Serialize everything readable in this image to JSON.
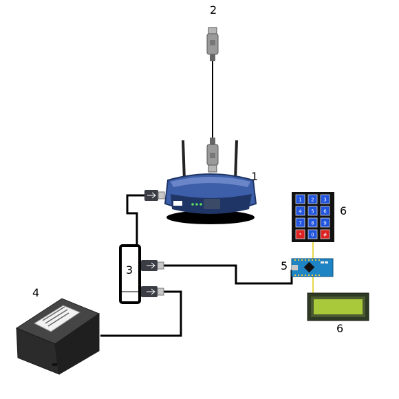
{
  "labels": {
    "router": "1",
    "ethernet_plug": "2",
    "usb_hub": "3",
    "printer": "4",
    "microcontroller": "5",
    "keypad": "6",
    "lcd": "6"
  },
  "keypad": {
    "keys": [
      "1",
      "2",
      "3",
      "4",
      "5",
      "6",
      "7",
      "8",
      "9",
      "*",
      "0",
      "#"
    ]
  },
  "colors": {
    "router_body": "#3d5ea8",
    "router_dark": "#1f3566",
    "keypad_key": "#2255dd",
    "keypad_key_red": "#dd2222",
    "arduino": "#1f84c4",
    "lcd_screen": "#a9c93a",
    "lcd_frame": "#2f3a24",
    "printer": "#2b2b2b",
    "cable": "#000000",
    "usb_plug": "#3a3d44",
    "rj45_plug": "#9a9a9a"
  }
}
